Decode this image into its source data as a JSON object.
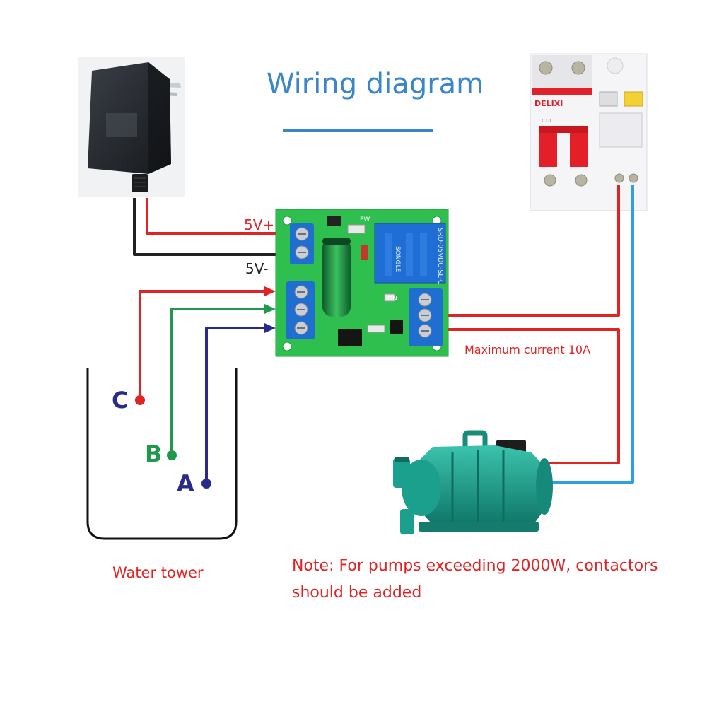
{
  "title": "Wiring diagram",
  "power_labels": {
    "positive": "5V+",
    "negative": "5V-"
  },
  "probes": {
    "c": "C",
    "b": "B",
    "a": "A"
  },
  "tank_label": "Water tower",
  "relay_note": "Maximum current 10A",
  "note": {
    "line1": "Note: For pumps exceeding 2000W, contactors",
    "line2": "should be added"
  },
  "colors": {
    "title": "#3a86c8",
    "wire_red": "#e02424",
    "wire_black": "#222222",
    "wire_green": "#1f9a4c",
    "wire_navy": "#2a2a8a",
    "wire_blue": "#2f9fdf",
    "pcb": "#2fbf4f",
    "pump": "#1b9a86"
  },
  "breaker": {
    "brand": "DELIXI",
    "model": "C10"
  },
  "relay": {
    "label1": "SRD-05VDC-SL-C",
    "label2": "SONGLE"
  },
  "board_marks": {
    "pw": "PW",
    "on": "ON"
  }
}
